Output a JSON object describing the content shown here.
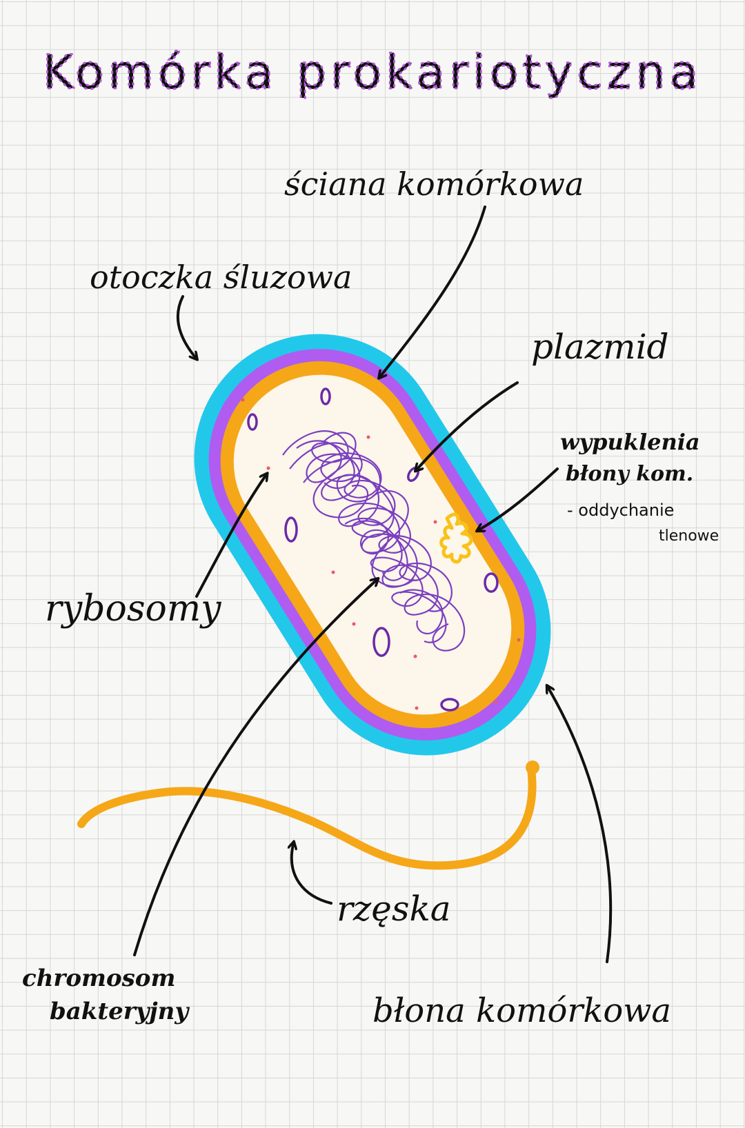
{
  "title": "Komórka prokariotyczna",
  "labels": {
    "cell_wall": "ściana komórkowa",
    "capsule": "otoczka śluzowa",
    "plasmid": "plazmid",
    "mesosome_title_1": "wypuklenia",
    "mesosome_title_2": "błony kom.",
    "mesosome_note_1": "- oddychanie",
    "mesosome_note_2": "tlenowe",
    "ribosomes": "rybosomy",
    "flagellum": "rzęska",
    "chromosome_1": "chromosom",
    "chromosome_2": "bakteryjny",
    "cell_membrane": "błona komórkowa"
  },
  "colors": {
    "title": "#b45ad8",
    "capsule": "#22c8ea",
    "cell_wall": "#b05cf0",
    "membrane": "#f5a718",
    "cytoplasm": "#fdf6ea",
    "chromosome": "#7a3fc0",
    "plasmid": "#6a2aa8",
    "ribosome": "#e85a6a",
    "mesosome": "#f7c21a",
    "flagellum": "#f5a718",
    "arrow": "#111111"
  }
}
